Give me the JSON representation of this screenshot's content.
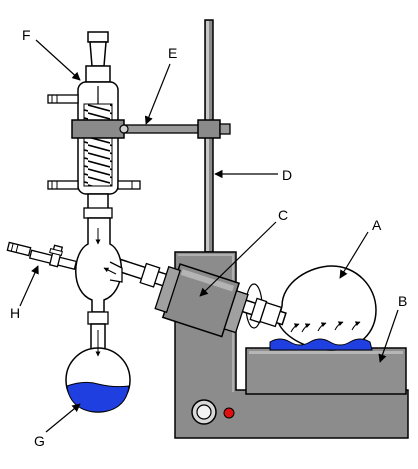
{
  "labels": {
    "A": "A",
    "B": "B",
    "C": "C",
    "D": "D",
    "E": "E",
    "F": "F",
    "G": "G",
    "H": "H"
  },
  "colors": {
    "housing": "#8c8c8c",
    "housing_dark": "#6e6e6e",
    "liquid": "#1f3fe0",
    "glass_outline": "#000000",
    "power_light": "#e01010",
    "bath": "#8f8f8f"
  },
  "icons": {
    "coil": "condenser-coil-icon",
    "knob": "dial-knob-icon",
    "light": "power-light-icon"
  }
}
